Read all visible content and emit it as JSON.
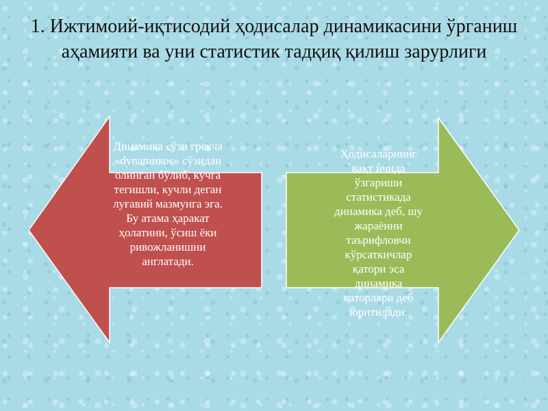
{
  "slide": {
    "title": "1. Ижтимоий-иқтисодий ҳодисалар динамикасини ўрганиш аҳамияти ва уни статистик тадқиқ қилиш зарурлиги"
  },
  "left_arrow": {
    "text": "Динамика сўзи грекча «dуnamикоs» сўзидан олинган бўлиб, кучга тегишли, кучли деган луғавий мазмунга эга. Бу атама ҳаракат ҳолатини, ўсиш ёки ривожланишни англатади.",
    "color": "#c0504d"
  },
  "right_arrow": {
    "text": "Ҳодисаларнинг вақт ичида ўзгариши статистикада динамика деб, шу жараённи таърифловчи кўрсаткичлар қатори эса динамика қаторлари деб юритилади.",
    "color": "#9bbb59"
  }
}
